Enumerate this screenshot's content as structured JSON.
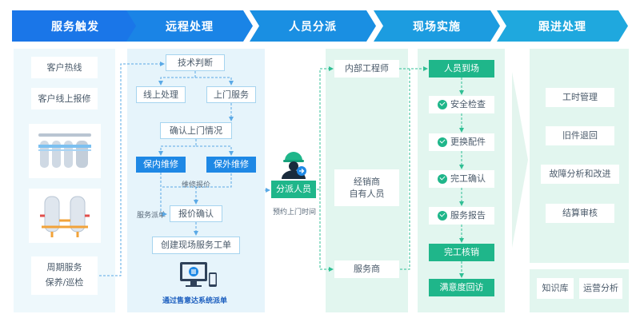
{
  "header": {
    "steps": [
      "服务触发",
      "远程处理",
      "人员分派",
      "现场实施",
      "跟进处理"
    ],
    "colors": [
      "#1a76e8",
      "#1a84e6",
      "#1a8fe2",
      "#1c9ce0",
      "#1fa8de"
    ]
  },
  "trigger": {
    "hotline": "客户热线",
    "online_repair": "客户线上报修",
    "periodic": "周期服务\n保养/巡检"
  },
  "remote": {
    "tech_judgement": "技术判断",
    "online_handling": "线上处理",
    "onsite_service": "上门服务",
    "confirm_onsite": "确认上门情况",
    "in_warranty": "保内维修",
    "out_warranty": "保外维修",
    "repair_quote": "维修报价",
    "dispatch_note": "服务派单",
    "quote_confirm": "报价确认",
    "create_ticket": "创建现场服务工单",
    "system_caption": "通过售意达系统派单"
  },
  "assign": {
    "label": "分派人员",
    "note": "预约上门时间",
    "internal_engineer": "内部工程师",
    "dealer_staff": "经销商\n自有人员",
    "provider": "服务商"
  },
  "onsite": {
    "arrival": "人员到场",
    "safety": "安全检查",
    "parts": "更换配件",
    "complete_confirm": "完工确认",
    "report": "服务报告",
    "complete_verify": "完工核销",
    "satisfaction": "满意度回访"
  },
  "followup": {
    "hours": "工时管理",
    "returns": "旧件退回",
    "analysis": "故障分析和改进",
    "settlement": "结算审核",
    "knowledge": "知识库",
    "ops": "运营分析"
  }
}
